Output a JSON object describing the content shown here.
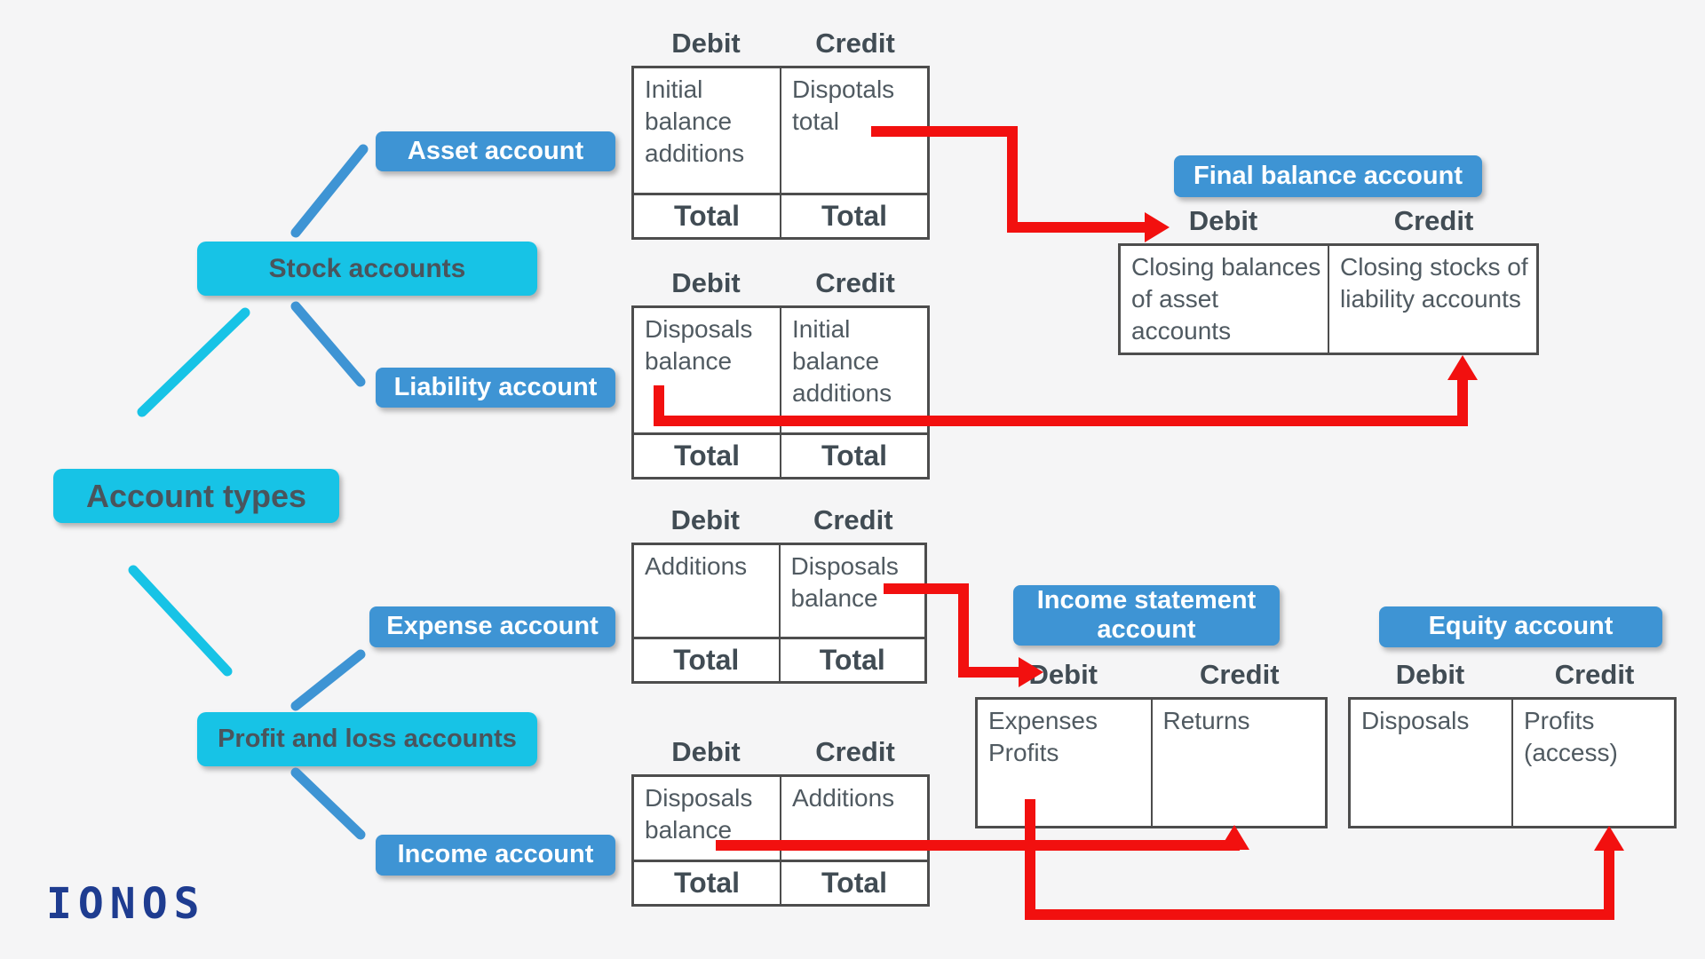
{
  "labels": {
    "debit": "Debit",
    "credit": "Credit",
    "total": "Total"
  },
  "boxes": {
    "account_types": "Account types",
    "stock_accounts": "Stock accounts",
    "profit_loss_accounts": "Profit and loss accounts",
    "asset_account": "Asset account",
    "liability_account": "Liability account",
    "expense_account": "Expense account",
    "income_account": "Income account",
    "final_balance_account": "Final balance account",
    "income_statement_account": "Income statement account",
    "equity_account": "Equity account"
  },
  "tables": {
    "asset": {
      "debit": "Initial balance additions",
      "credit": "Dispotals total"
    },
    "liability": {
      "debit": "Disposals balance",
      "credit": "Initial balance additions"
    },
    "expense": {
      "debit": "Additions",
      "credit": "Disposals balance"
    },
    "income": {
      "debit": "Disposals balance",
      "credit": "Additions"
    },
    "final_balance": {
      "debit": "Closing balances of asset accounts",
      "credit": "Closing stocks of liability accounts"
    },
    "income_statement": {
      "debit": "Expenses\nProfits",
      "credit": "Returns"
    },
    "equity": {
      "debit": "Disposals",
      "credit": "Profits (access)"
    }
  },
  "logo": {
    "text": "IONOS"
  },
  "colors": {
    "cyan": "#17c3e6",
    "blue": "#3e94d4",
    "red": "#f2100f",
    "navy": "#1e3c90",
    "table_border": "#4d4d4d",
    "background": "#f5f5f6"
  }
}
